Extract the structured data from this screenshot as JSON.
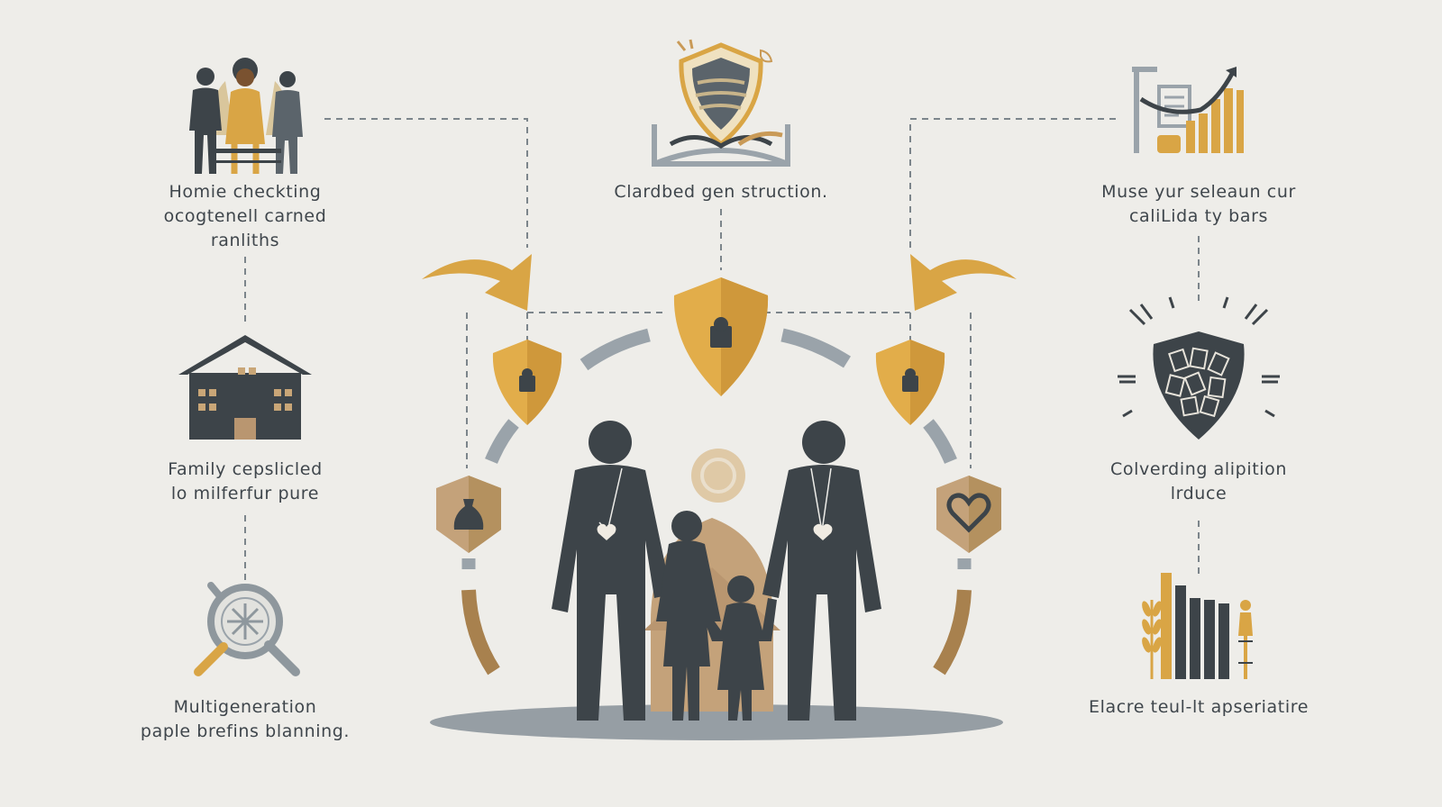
{
  "colors": {
    "background": "#eeede9",
    "dark": "#3d4449",
    "gold": "#e2ad4a",
    "gold_dark": "#c9923a",
    "tan": "#c4a27a",
    "grey": "#9aa3aa",
    "bronze": "#a8814e"
  },
  "labels": {
    "top_left": [
      "Homie checkting",
      "ocogtenell carned",
      "ranliths"
    ],
    "top_center": [
      "Clardbed gen struction."
    ],
    "top_right": [
      "Muse yur seleaun cur",
      "caliLida ty bars"
    ],
    "mid_left": [
      "Family cepslicled",
      "lo milferfur pure"
    ],
    "mid_right": [
      "Colverding alipition",
      "lrduce"
    ],
    "bottom_left": [
      "Multigeneration",
      "paple brefins blanning."
    ],
    "bottom_right": [
      "Elacre teul-lt apseriatire"
    ]
  },
  "icons": {
    "top_left": "family-group-icon",
    "top_center": "shield-book-crest-icon",
    "top_right": "finance-chart-icon",
    "mid_left": "house-building-icon",
    "mid_right": "shield-documents-icon",
    "bottom_left": "magnifier-icon",
    "bottom_right": "bar-chart-wheat-icon",
    "center": "family-protection-icon",
    "shield_lock": "shield-lock-icon",
    "shield_moneybag": "shield-moneybag-icon",
    "shield_heart": "shield-heart-icon"
  }
}
